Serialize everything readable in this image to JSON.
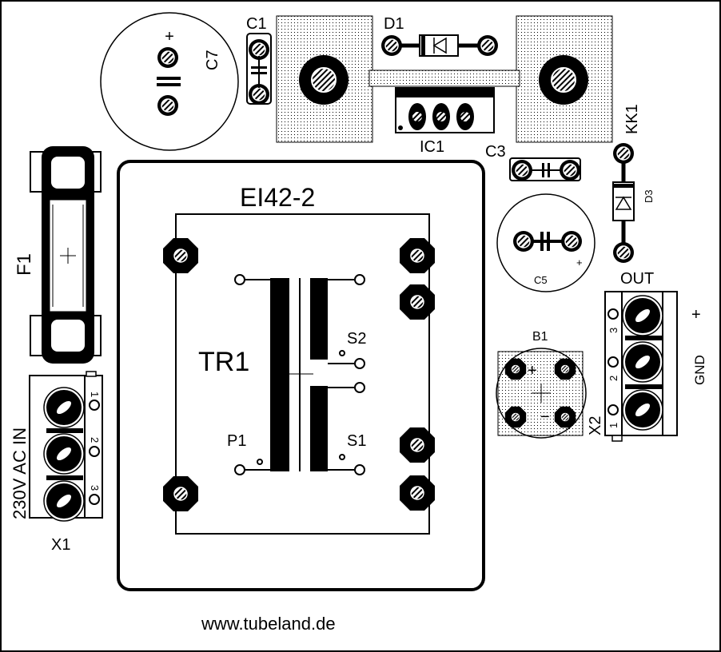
{
  "board": {
    "title": "EI42-2",
    "website": "www.tubeland.de",
    "colors": {
      "copper": "#000000",
      "background": "#ffffff",
      "pad_area": "#d9d9d9"
    }
  },
  "components": {
    "c1": "C1",
    "c3": "C3",
    "c5": "C5",
    "c5_plus": "+",
    "c7": "C7",
    "c7_plus": "+",
    "d1": "D1",
    "d3": "D3",
    "ic1": "IC1",
    "kk1": "KK1",
    "b1": "B1",
    "b1_plus": "+",
    "b1_minus": "−",
    "f1": "F1",
    "tr1": "TR1",
    "p1": "P1",
    "s1": "S1",
    "s2": "S2"
  },
  "connectors": {
    "x1": {
      "label": "X1",
      "caption": "230V AC IN",
      "pins": [
        "1",
        "2",
        "3"
      ]
    },
    "x2": {
      "label": "X2",
      "caption": "OUT",
      "pins": [
        "3",
        "2",
        "1"
      ],
      "plus": "+",
      "gnd": "GND"
    }
  }
}
